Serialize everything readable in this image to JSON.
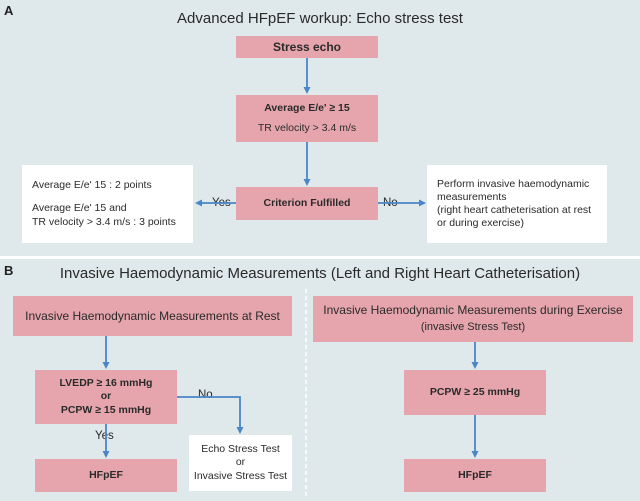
{
  "panel_a": {
    "letter": "A",
    "title": "Advanced HFpEF workup: Echo stress test",
    "stress_echo": "Stress echo",
    "criteria_line1": "Average E/e' ≥ 15",
    "criteria_line2": "TR velocity > 3.4 m/s",
    "criterion": "Criterion Fulfilled",
    "yes": "Yes",
    "no": "No",
    "points_line1": "Average E/e' 15 : 2 points",
    "points_line2": "Average E/e' 15 and",
    "points_line3": "TR velocity > 3.4 m/s : 3 points",
    "invasive_line1": "Perform invasive haemodynamic",
    "invasive_line2": "measurements",
    "invasive_line3": "(right heart catheterisation at rest",
    "invasive_line4": "or during exercise)"
  },
  "panel_b": {
    "letter": "B",
    "title": "Invasive Haemodynamic Measurements (Left and Right Heart Catheterisation)",
    "rest_title": "Invasive Haemodynamic Measurements at Rest",
    "rest_criteria_line1": "LVEDP ≥ 16 mmHg",
    "rest_criteria_line2": "or",
    "rest_criteria_line3": "PCPW ≥ 15 mmHg",
    "yes": "Yes",
    "no": "No",
    "rest_result": "HFpEF",
    "alt_line1": "Echo Stress Test",
    "alt_line2": "or",
    "alt_line3": "Invasive Stress Test",
    "exercise_title": "Invasive Haemodynamic Measurements during Exercise",
    "exercise_subtitle": "(invasive Stress Test)",
    "exercise_criteria": "PCPW ≥ 25 mmHg",
    "exercise_result": "HFpEF"
  },
  "colors": {
    "panel_bg": "#dfe8ea",
    "box_pink": "#e6a5ad",
    "arrow_blue": "#4a86c8"
  }
}
